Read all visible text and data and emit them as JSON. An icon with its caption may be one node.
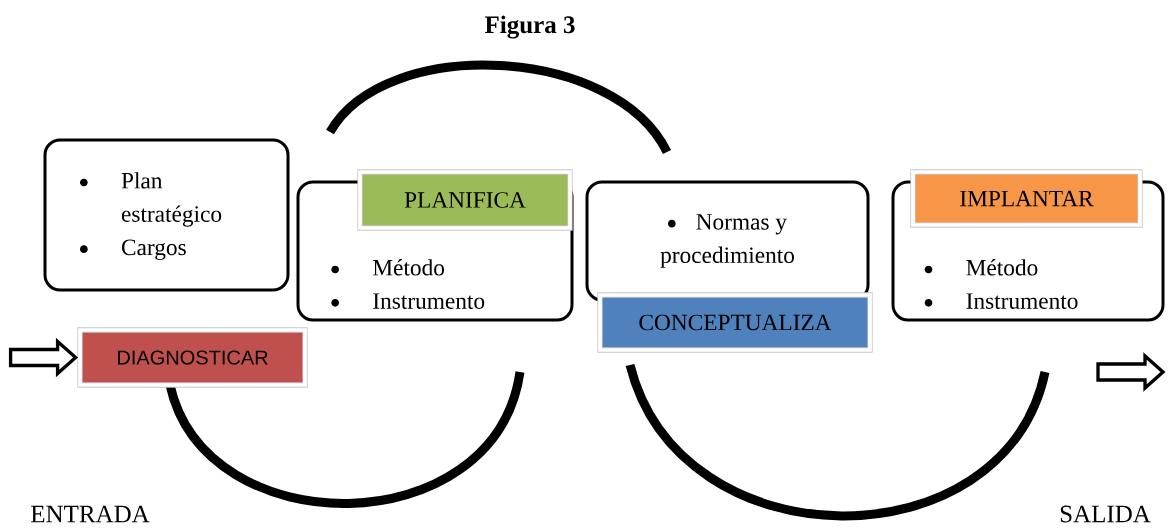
{
  "diagram": {
    "title": "Figura 3",
    "nodes": [
      {
        "text": [
          "Plan estratégico",
          "Cargos"
        ]
      },
      {
        "text": [
          "Método",
          "Instrumento"
        ]
      },
      {
        "text": [
          "PLANIFICA"
        ]
      },
      {
        "text": [
          "Normas y procedimiento"
        ]
      },
      {
        "text": [
          "CONCEPTUALIZA"
        ]
      },
      {
        "text": [
          "Método",
          "Instrumento"
        ]
      },
      {
        "text": [
          "IMPLANTAR"
        ]
      },
      {
        "text": [
          "DIAGNOSTICAR"
        ]
      }
    ],
    "edges": [
      {
        "from": null,
        "to": 7,
        "arrow": "to"
      }
    ],
    "labels": [
      "ENTRADA",
      "SALIDA"
    ]
  }
}
